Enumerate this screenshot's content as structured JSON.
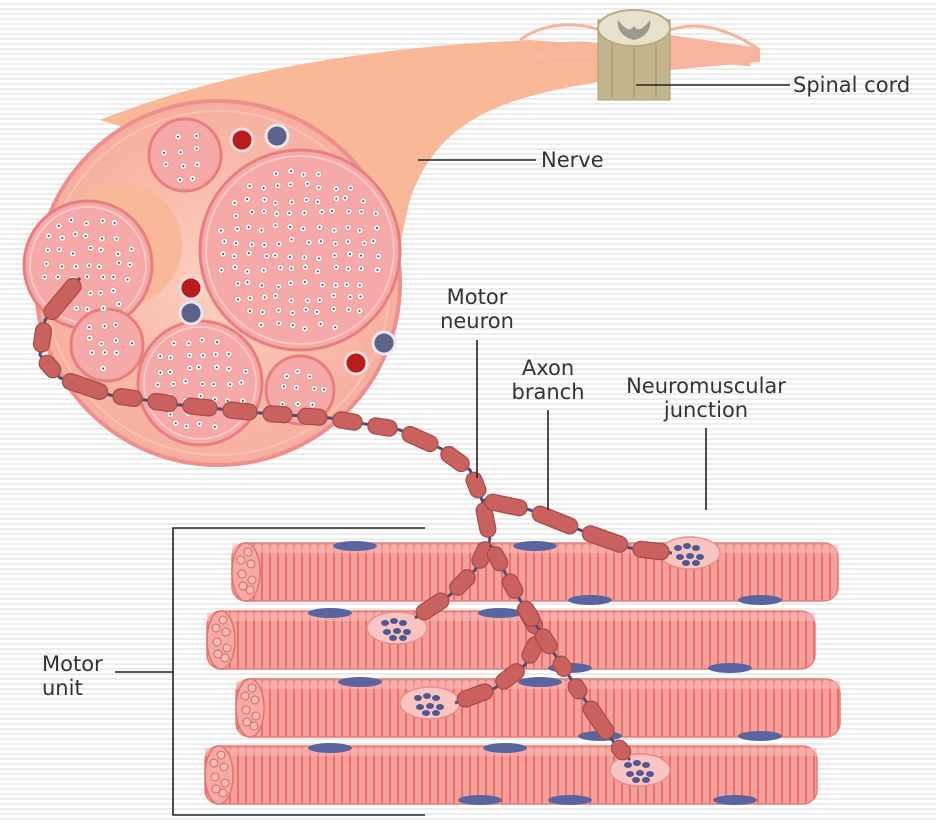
{
  "labels": {
    "spinal_cord": "Spinal cord",
    "nerve": "Nerve",
    "motor_neuron": [
      "Motor",
      "neuron"
    ],
    "axon_branch": [
      "Axon",
      "branch"
    ],
    "neuromuscular_junction": [
      "Neuromuscular",
      "junction"
    ],
    "motor_unit": [
      "Motor",
      "unit"
    ]
  },
  "colors": {
    "nerve_sheath": "#f9b898",
    "fascicle": "#f5a9a9",
    "fascicle_outline": "#e87f7f",
    "muscle_fiber": "#f3948f",
    "muscle_stripe": "#e06f6c",
    "axon_segment": "#c9625e",
    "node": "#4a4e7a",
    "nucleus": "#5a64a0",
    "artery": "#b81c1c",
    "vein": "#5d6388",
    "spinal_cord": "#c7b78f",
    "leader_line": "#222222"
  }
}
